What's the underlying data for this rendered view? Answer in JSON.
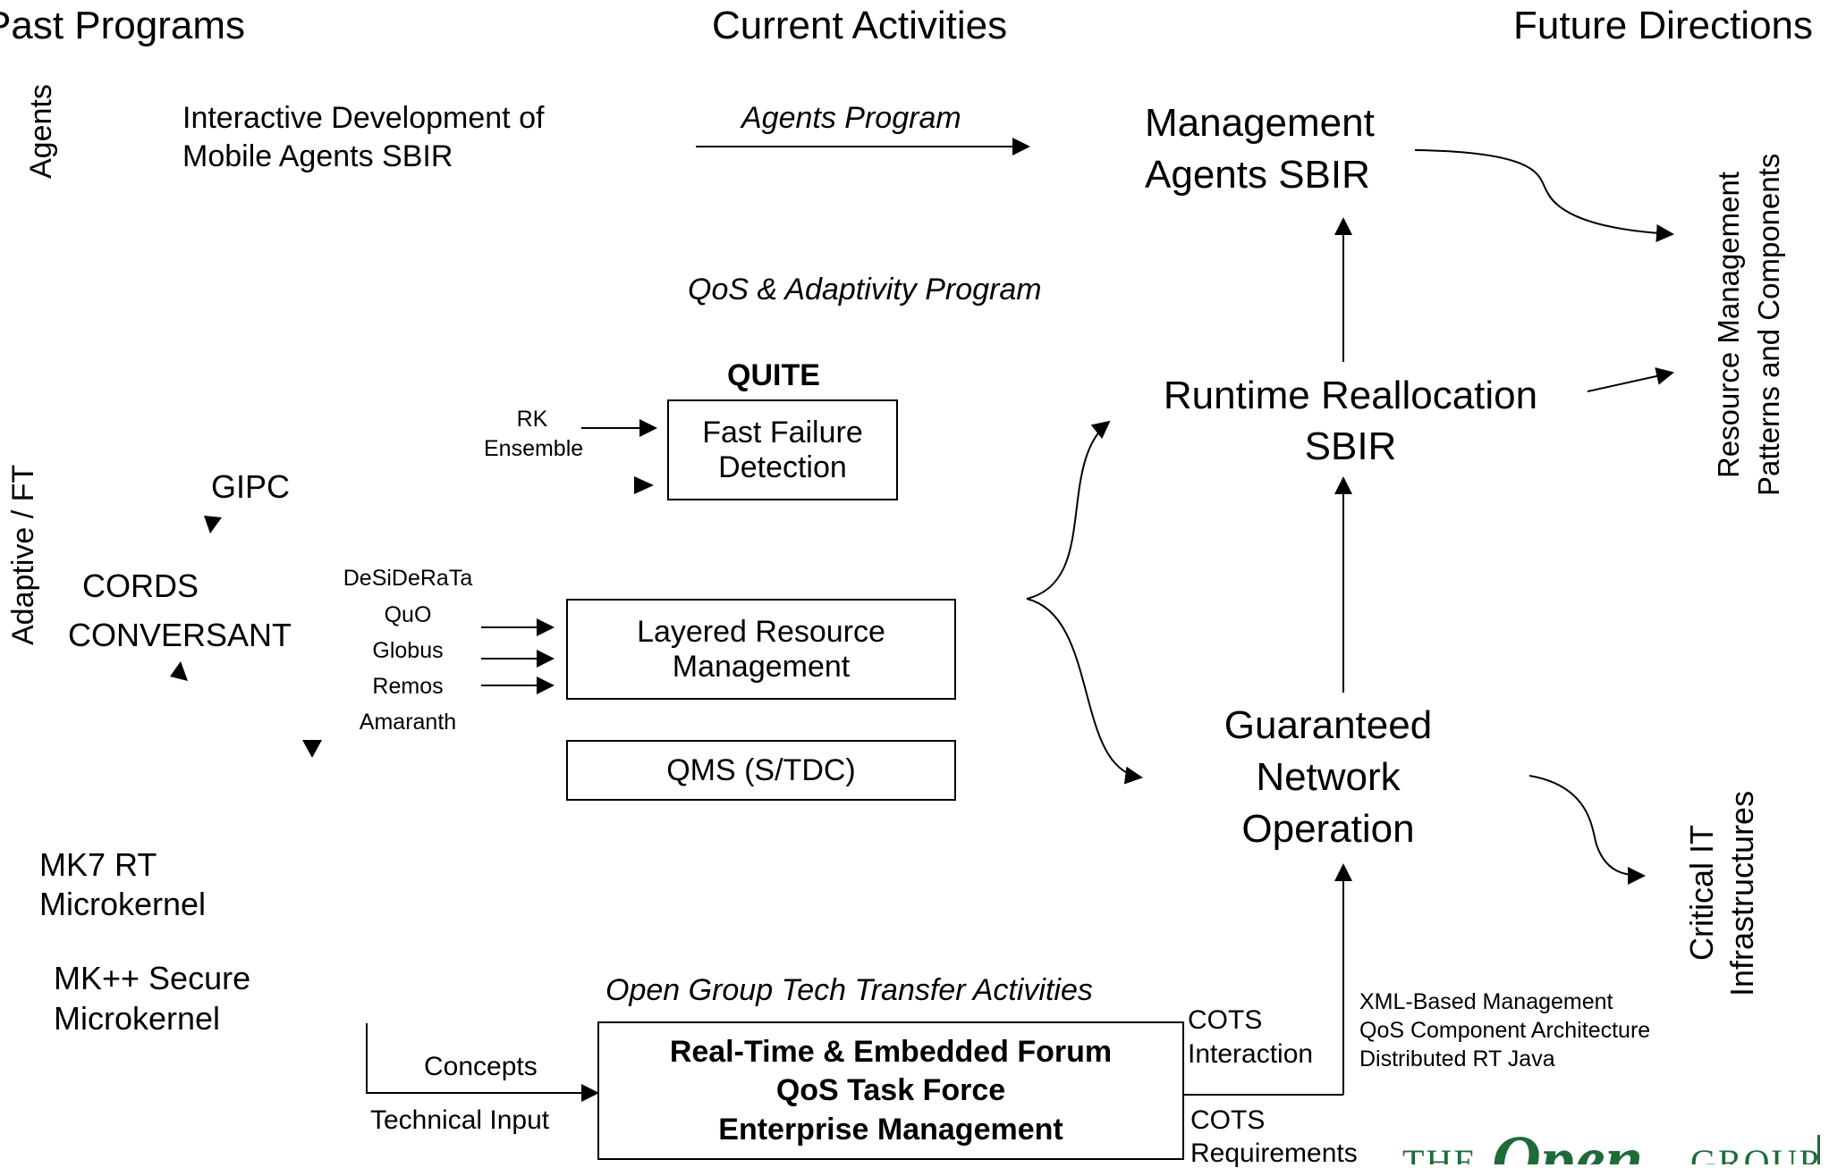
{
  "headers": {
    "past": "Past Programs",
    "current": "Current Activities",
    "future": "Future Directions"
  },
  "rows": {
    "agents": "Agents",
    "adaptive": "Adaptive / FT"
  },
  "past": {
    "interactive_line1": "Interactive Development of",
    "interactive_line2": "Mobile Agents SBIR",
    "gipc": "GIPC",
    "cords": "CORDS",
    "conversant": "CONVERSANT",
    "mk7_line1": "MK7 RT",
    "mk7_line2": "Microkernel",
    "mkpp_line1": "MK++ Secure",
    "mkpp_line2": "Microkernel"
  },
  "current": {
    "agents_program": "Agents Program",
    "qos_program": "QoS & Adaptivity Program",
    "quite": "QUITE",
    "rk": "RK",
    "ensemble": "Ensemble",
    "fast_failure_line1": "Fast Failure",
    "fast_failure_line2": "Detection",
    "inputs": [
      "DeSiDeRaTa",
      "QuO",
      "Globus",
      "Remos",
      "Amaranth"
    ],
    "layered_line1": "Layered Resource",
    "layered_line2": "Management",
    "qms": "QMS (S/TDC)",
    "open_group": "Open Group Tech Transfer Activities",
    "concepts": "Concepts",
    "technical_input": "Technical Input",
    "forum_line1": "Real-Time & Embedded Forum",
    "forum_line2": "QoS Task Force",
    "forum_line3": "Enterprise Management",
    "cots_interaction_line1": "COTS",
    "cots_interaction_line2": "Interaction",
    "cots_requirements_line1": "COTS",
    "cots_requirements_line2": "Requirements",
    "xml_items": [
      "XML-Based Management",
      "QoS Component Architecture",
      "Distributed RT Java"
    ]
  },
  "future": {
    "mgmt_agents_line1": "Management",
    "mgmt_agents_line2": "Agents SBIR",
    "runtime_line1": "Runtime Reallocation",
    "runtime_line2": "SBIR",
    "guaranteed_line1": "Guaranteed",
    "guaranteed_line2": "Network",
    "guaranteed_line3": "Operation",
    "resource_mgmt_line1": "Resource Management",
    "resource_mgmt_line2": "Patterns and Components",
    "critical_line1": "Critical IT",
    "critical_line2": "Infrastructures"
  },
  "logo": {
    "the": "THE",
    "open": "Open",
    "group": "GROUP",
    "color": "#1e6b3a"
  }
}
